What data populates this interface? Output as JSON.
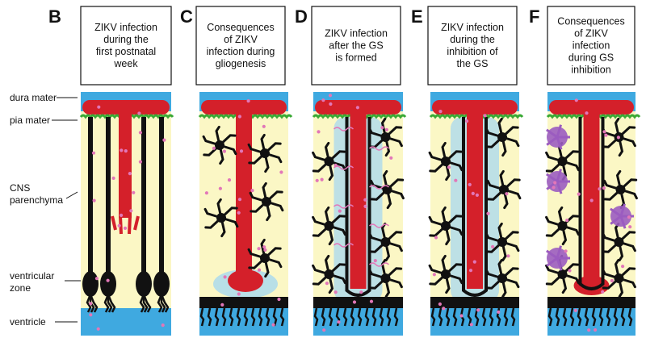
{
  "side_labels": {
    "dura": "dura mater",
    "pia": "pia mater",
    "cns1": "CNS",
    "cns2": "parenchyma",
    "vz1": "ventricular",
    "vz2": "zone",
    "ventricle": "ventricle"
  },
  "panels": [
    {
      "letter": "B",
      "lines": [
        "ZIKV infection",
        "during the",
        "first postnatal",
        "week"
      ]
    },
    {
      "letter": "C",
      "lines": [
        "Consequences",
        "of ZIKV",
        "infection during",
        "gliogenesis"
      ]
    },
    {
      "letter": "D",
      "lines": [
        "ZIKV infection",
        "after the GS",
        "is formed"
      ]
    },
    {
      "letter": "E",
      "lines": [
        "ZIKV infection",
        "during the",
        "inhibition of",
        "the GS"
      ]
    },
    {
      "letter": "F",
      "lines": [
        "Consequences",
        "of ZIKV",
        "infection",
        "during GS",
        "inhibition"
      ]
    }
  ],
  "colors": {
    "csf_blue": "#3fa9e0",
    "parenchyma": "#fbf7c5",
    "vessel_red": "#d4202a",
    "pia_green": "#3aa935",
    "glia_black": "#111111",
    "virus_pink": "#e277b8",
    "infected_purple": "#9b5cc0",
    "halo_blue": "#a8d8ef"
  }
}
